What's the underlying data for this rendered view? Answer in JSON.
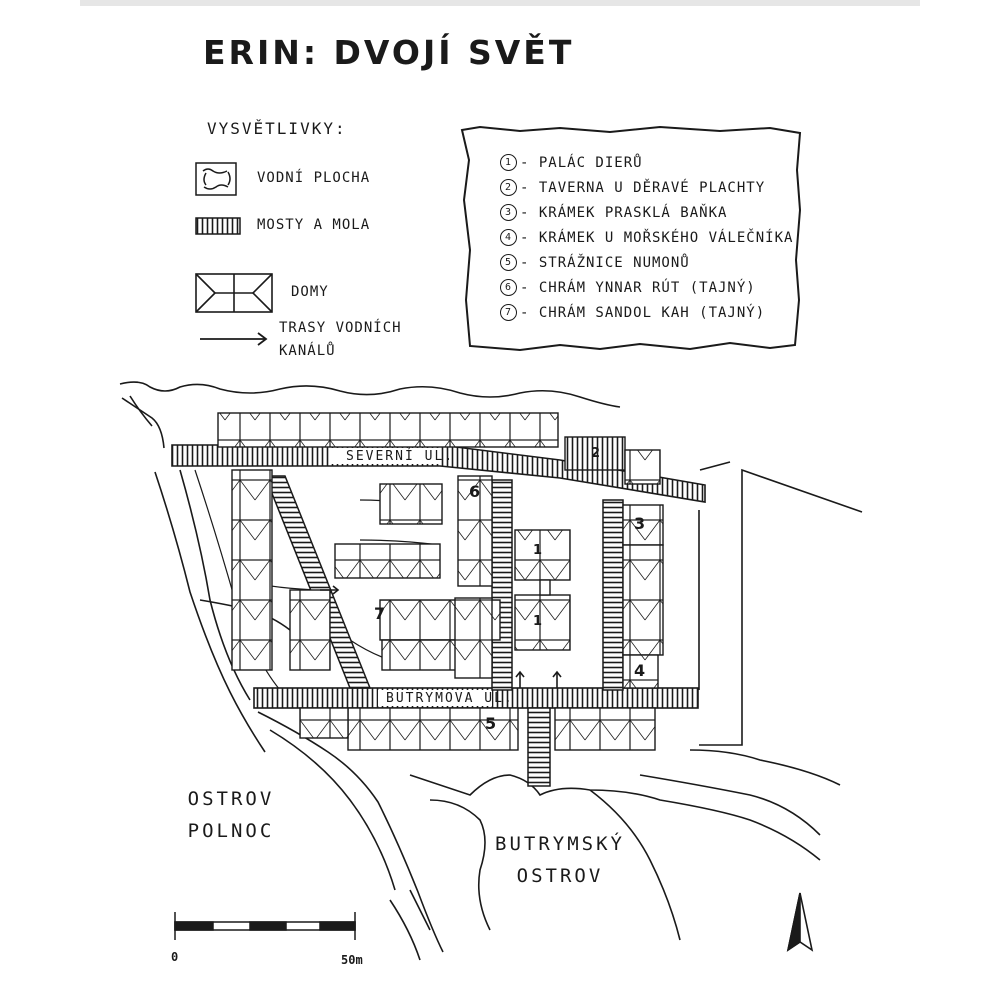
{
  "title": "ERIN: DVOJÍ SVĚT",
  "legend": {
    "heading": "VYSVĚTLIVKY:",
    "items": [
      {
        "label": "VODNÍ PLOCHA",
        "symbol": "water-area"
      },
      {
        "label": "MOSTY A MOLA",
        "symbol": "bridge-pier"
      },
      {
        "label": "DOMY",
        "symbol": "house"
      },
      {
        "label": "TRASY VODNÍCH",
        "label2": "KANÁLŮ",
        "symbol": "arrow"
      }
    ]
  },
  "key": [
    {
      "num": "1",
      "label": "- PALÁC DIERŮ"
    },
    {
      "num": "2",
      "label": "- TAVERNA U DĚRAVÉ PLACHTY"
    },
    {
      "num": "3",
      "label": "- KRÁMEK PRASKLÁ BAŇKA"
    },
    {
      "num": "4",
      "label": "- KRÁMEK U MOŘSKÉHO VÁLEČNÍKA"
    },
    {
      "num": "5",
      "label": "- STRÁŽNICE NUMONŮ"
    },
    {
      "num": "6",
      "label": "- CHRÁM YNNAR RÚT (TAJNÝ)"
    },
    {
      "num": "7",
      "label": "- CHRÁM SANDOL KAH (TAJNÝ)"
    }
  ],
  "streets": {
    "north": "SEVERNÍ UL.",
    "south": "BUTRYMOVA UL."
  },
  "islands": {
    "polnoc": {
      "line1": "OSTROV",
      "line2": "POLNOC"
    },
    "butrym": {
      "line1": "BUTRYMSKÝ",
      "line2": "OSTROV"
    }
  },
  "building_numbers": {
    "b1a": "1",
    "b1b": "1",
    "b2": "2",
    "b3": "3",
    "b4": "4",
    "b5": "5",
    "b6": "6",
    "b7": "7"
  },
  "scale": {
    "start": "0",
    "end": "50m"
  },
  "colors": {
    "ink": "#1a1a1a",
    "paper": "#ffffff"
  }
}
